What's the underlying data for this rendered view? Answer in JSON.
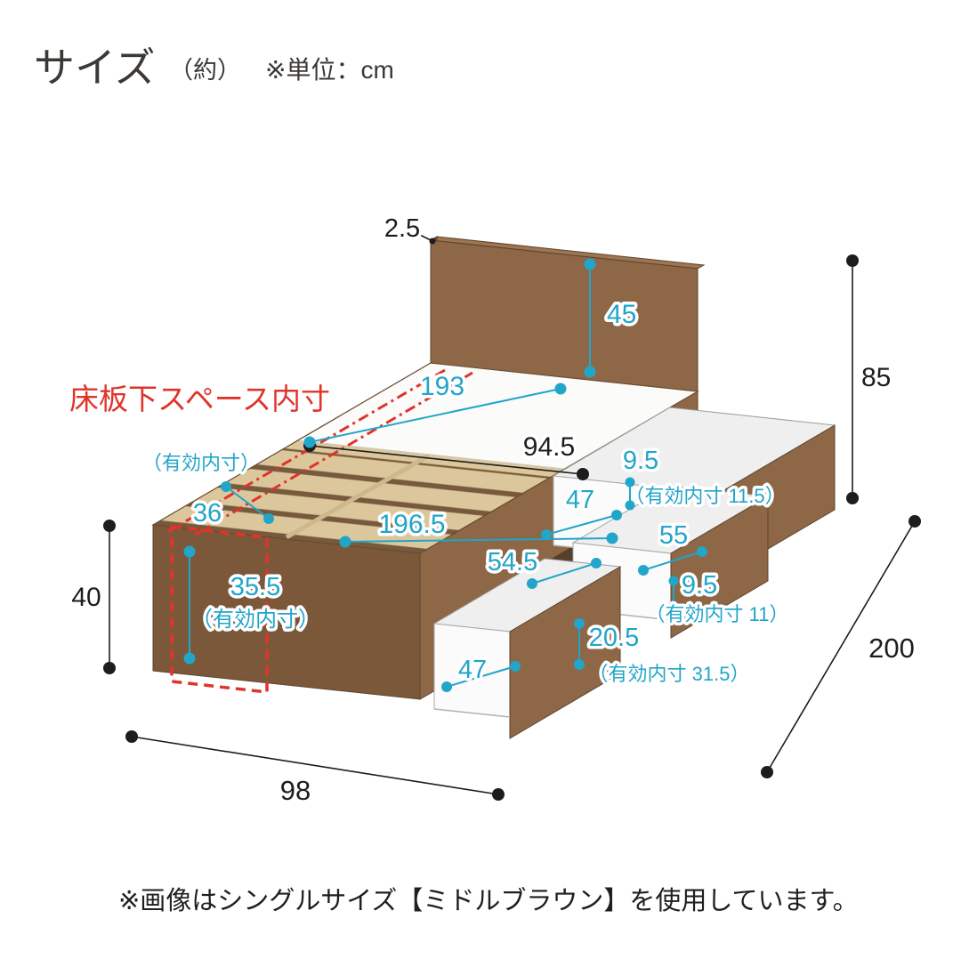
{
  "header": {
    "title": "サイズ",
    "title_note": "（約）",
    "unit_note": "※単位：cm"
  },
  "labels": {
    "under_slat_space": "床板下スペース内寸"
  },
  "footer": {
    "note": "※画像はシングルサイズ【ミドルブラウン】を使用しています。"
  },
  "colors": {
    "dimension_teal": "#21A5C9",
    "annotation_red": "#E0342B",
    "wood_brown": "#8D6746",
    "ink": "#1D1D1D"
  },
  "diagram": {
    "dims": {
      "headboard_thickness": "2.5",
      "headboard_clearance": "45",
      "overall_height": "85",
      "slat_space_length": "193",
      "inner_width": "94.5",
      "upper_drawer_height": "9.5",
      "upper_drawer_height_note": "（有効内寸 11.5）",
      "slat_note": "（有効内寸）",
      "slat_space_width": "36",
      "upper_drawer_depth": "47",
      "small_drawer_width": "55",
      "under_bed_length": "196.5",
      "drawer_width": "54.5",
      "small_drawer_height": "9.5",
      "small_drawer_height_note": "（有効内寸 11）",
      "base_height": "40",
      "foot_inner_height": "35.5",
      "foot_inner_height_note": "（有効内寸）",
      "deep_drawer_height": "20.5",
      "deep_drawer_height_note": "（有効内寸 31.5）",
      "deep_drawer_depth": "47",
      "overall_width": "98",
      "overall_length": "200"
    }
  }
}
